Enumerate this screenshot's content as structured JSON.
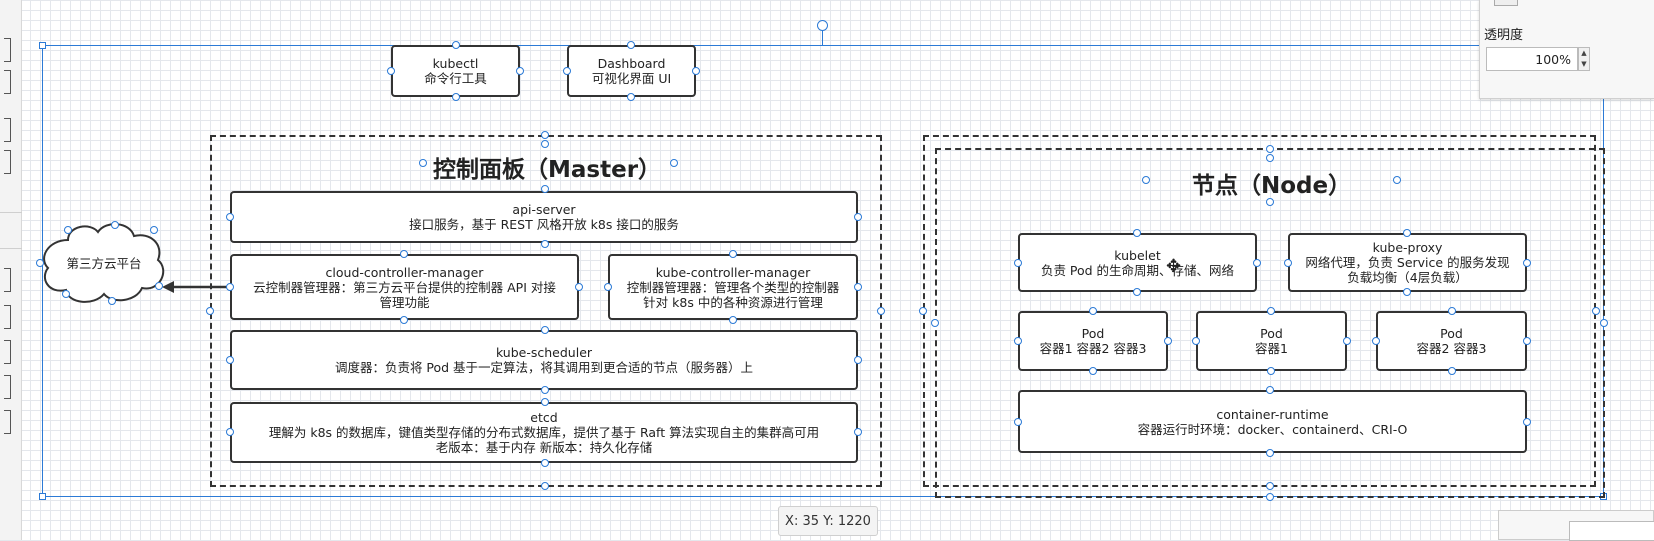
{
  "toolbar": {
    "opacity_label": "透明度",
    "opacity_value": "100%"
  },
  "status": {
    "coords": "X: 35  Y: 1220"
  },
  "diagram": {
    "kubectl": {
      "line1": "kubectl",
      "line2": "命令行工具"
    },
    "dashboard": {
      "line1": "Dashboard",
      "line2": "可视化界面 UI"
    },
    "cloud": {
      "label": "第三方云平台"
    },
    "master": {
      "title": "控制面板（Master）",
      "api_server": {
        "line1": "api-server",
        "line2": "接口服务，基于 REST 风格开放 k8s 接口的服务"
      },
      "ccm": {
        "line1": "cloud-controller-manager",
        "line2": "云控制器管理器：第三方云平台提供的控制器 API 对接",
        "line3": "管理功能"
      },
      "kcm": {
        "line1": "kube-controller-manager",
        "line2": "控制器管理器：管理各个类型的控制器",
        "line3": "针对 k8s 中的各种资源进行管理"
      },
      "scheduler": {
        "line1": "kube-scheduler",
        "line2": "调度器：负责将 Pod 基于一定算法，将其调用到更合适的节点（服务器）上"
      },
      "etcd": {
        "line1": "etcd",
        "line2": "理解为 k8s 的数据库，键值类型存储的分布式数据库，提供了基于 Raft 算法实现自主的集群高可用",
        "line3": "老版本：基于内存            新版本：持久化存储"
      }
    },
    "node": {
      "title": "节点（Node）",
      "kubelet": {
        "line1": "kubelet",
        "line2": "负责 Pod 的生命周期、存储、网络"
      },
      "kube_proxy": {
        "line1": "kube-proxy",
        "line2": "网络代理，负责 Service 的服务发现",
        "line3": "负载均衡（4层负载）"
      },
      "pod1": {
        "line1": "Pod",
        "line2": "容器1    容器2    容器3"
      },
      "pod2": {
        "line1": "Pod",
        "line2": "容器1"
      },
      "pod3": {
        "line1": "Pod",
        "line2": "容器2    容器3"
      },
      "runtime": {
        "line1": "container-runtime",
        "line2": "容器运行时环境：docker、containerd、CRI-O"
      }
    }
  }
}
